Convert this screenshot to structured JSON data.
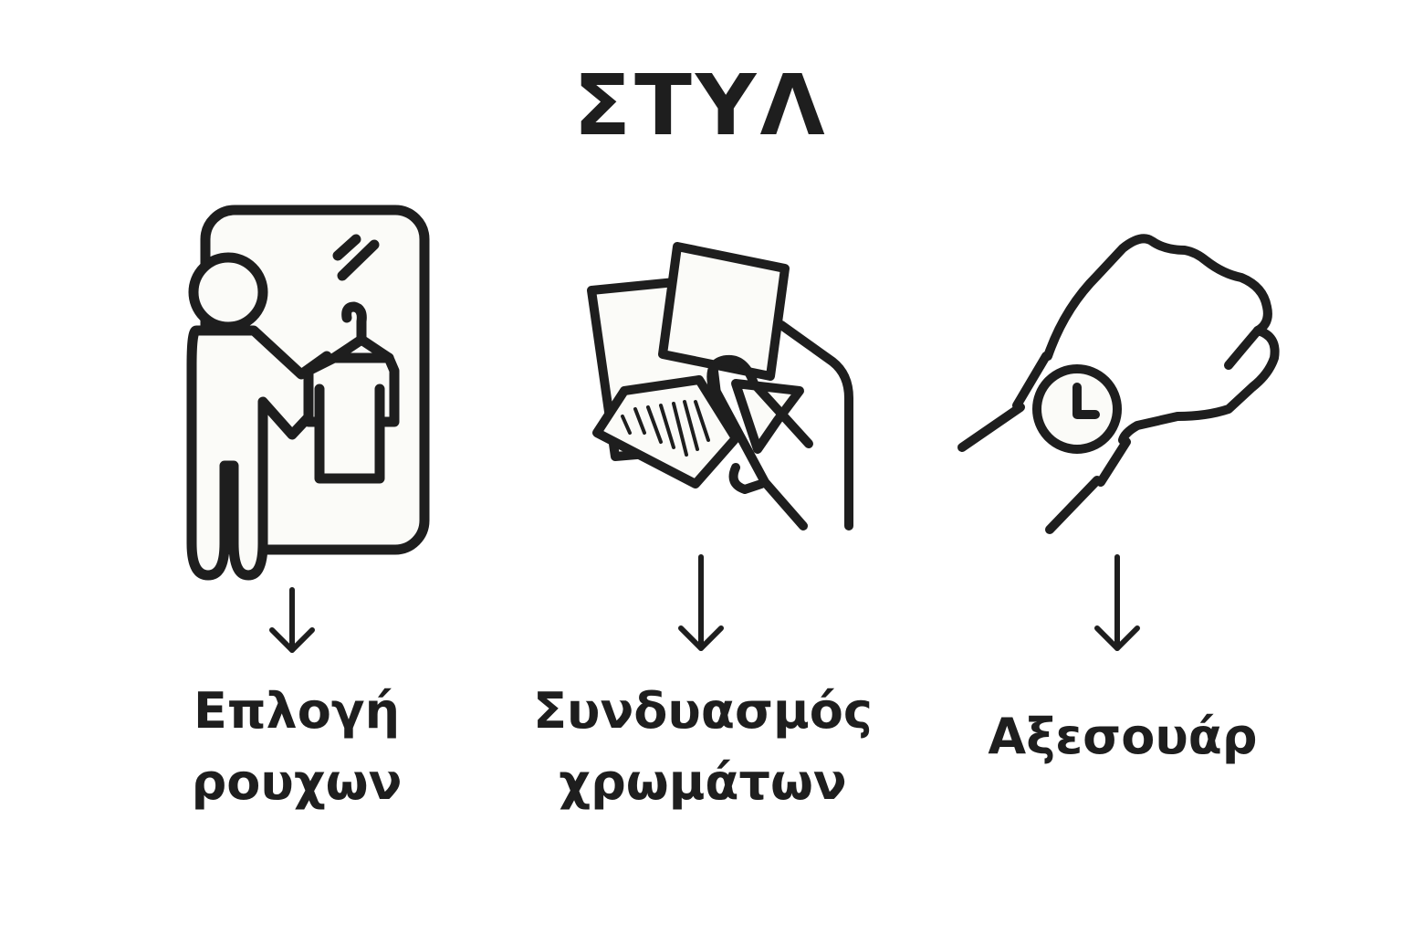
{
  "title": "ΣΤΥΛ",
  "colors": {
    "stroke": "#1e1e1e",
    "fill": "#fbfbf8",
    "background": "#ffffff"
  },
  "steps": [
    {
      "icon": "person-mirror-hanger-icon",
      "label_lines": [
        "Επλογή",
        "ρουχων"
      ]
    },
    {
      "icon": "hand-color-swatches-icon",
      "label_lines": [
        "Συνδυασμός",
        "χρωμάτων"
      ]
    },
    {
      "icon": "wrist-watch-icon",
      "label_lines": [
        "Αξεσουάρ"
      ]
    }
  ]
}
